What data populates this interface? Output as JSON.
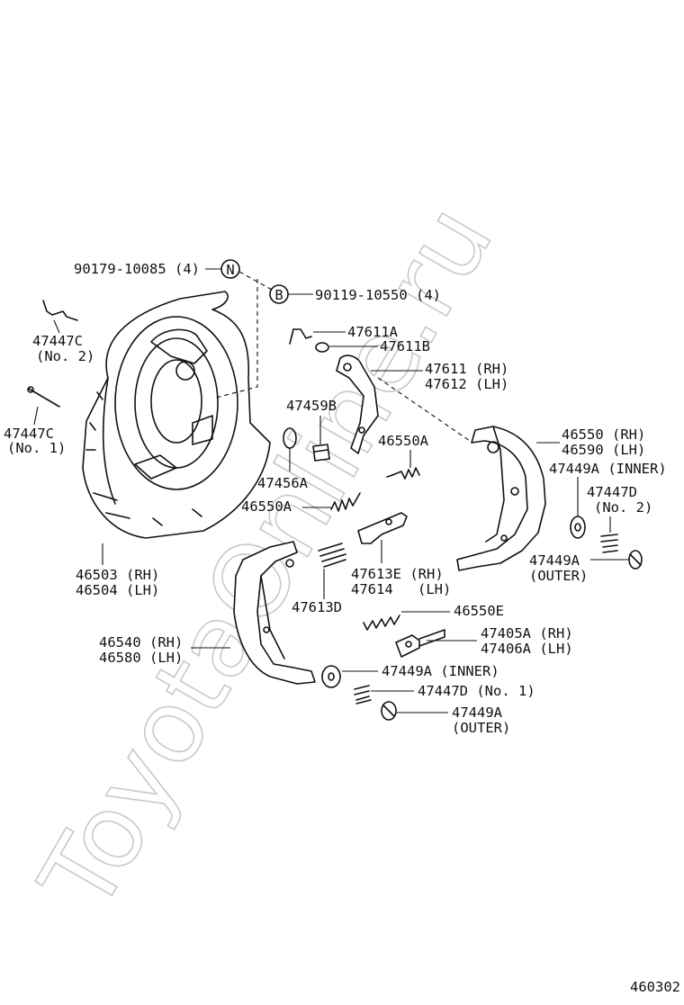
{
  "diagram": {
    "figure_code": "460302",
    "watermark": "ToyotaOnline.ru",
    "callouts": [
      {
        "id": "90179-10085",
        "lines": [
          "90179-10085 (4)"
        ],
        "marker": "N"
      },
      {
        "id": "90119-10550",
        "lines": [
          "90119-10550 (4)"
        ],
        "marker": "B"
      },
      {
        "id": "47447C-2",
        "lines": [
          "47447C",
          "(No. 2)"
        ]
      },
      {
        "id": "47447C-1",
        "lines": [
          "47447C",
          "(No. 1)"
        ]
      },
      {
        "id": "47611A",
        "lines": [
          "47611A"
        ]
      },
      {
        "id": "47611B",
        "lines": [
          "47611B"
        ]
      },
      {
        "id": "47611",
        "lines": [
          "47611 (RH)",
          "47612 (LH)"
        ]
      },
      {
        "id": "47459B",
        "lines": [
          "47459B"
        ]
      },
      {
        "id": "46550A-top",
        "lines": [
          "46550A"
        ]
      },
      {
        "id": "46550",
        "lines": [
          "46550 (RH)",
          "46590 (LH)"
        ]
      },
      {
        "id": "47449A-inner-right",
        "lines": [
          "47449A (INNER)"
        ]
      },
      {
        "id": "47456A",
        "lines": [
          "47456A"
        ]
      },
      {
        "id": "47447D-2",
        "lines": [
          "47447D",
          "(No. 2)"
        ]
      },
      {
        "id": "46550A-mid",
        "lines": [
          "46550A"
        ]
      },
      {
        "id": "47449A-outer-right",
        "lines": [
          "47449A",
          "(OUTER)"
        ]
      },
      {
        "id": "46503",
        "lines": [
          "46503 (RH)",
          "46504 (LH)"
        ]
      },
      {
        "id": "47613E",
        "lines": [
          "47613E (RH)",
          "47614",
          "(LH)"
        ]
      },
      {
        "id": "47613D",
        "lines": [
          "47613D"
        ]
      },
      {
        "id": "46550E",
        "lines": [
          "46550E"
        ]
      },
      {
        "id": "46540",
        "lines": [
          "46540 (RH)",
          "46580 (LH)"
        ]
      },
      {
        "id": "47405A",
        "lines": [
          "47405A (RH)",
          "47406A (LH)"
        ]
      },
      {
        "id": "47449A-inner-bottom",
        "lines": [
          "47449A (INNER)"
        ]
      },
      {
        "id": "47447D-1",
        "lines": [
          "47447D (No. 1)"
        ]
      },
      {
        "id": "47449A-outer-bottom",
        "lines": [
          "47449A",
          "(OUTER)"
        ]
      }
    ]
  }
}
